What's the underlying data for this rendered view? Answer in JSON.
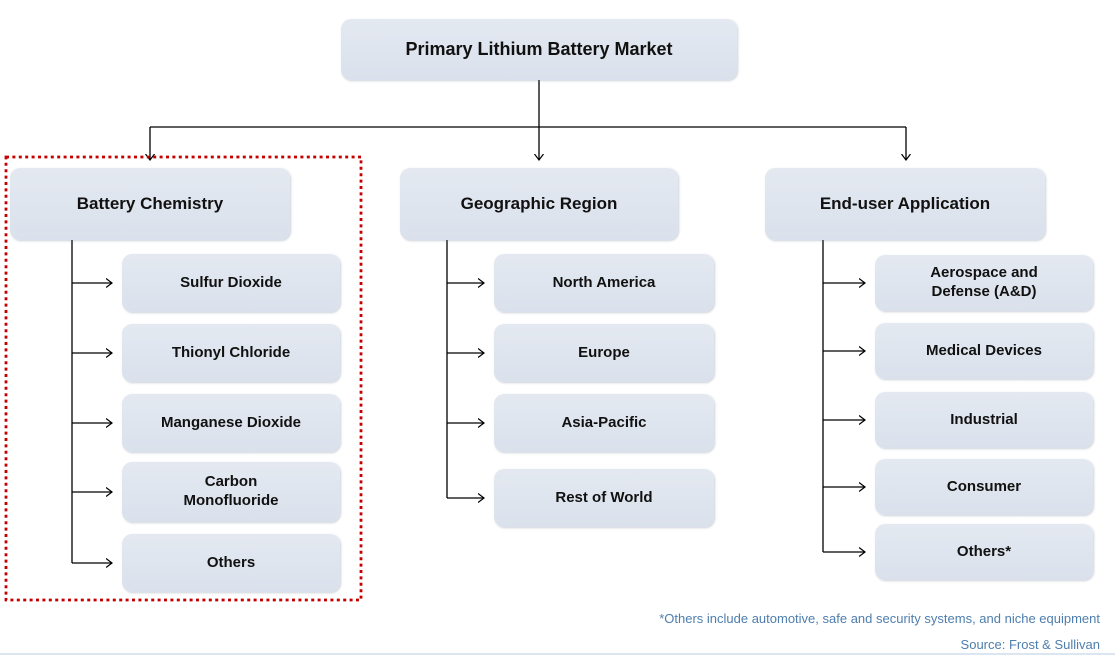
{
  "title": "Primary Lithium Battery Market",
  "branches": [
    {
      "header": "Battery Chemistry",
      "highlighted": true,
      "items": [
        "Sulfur Dioxide",
        "Thionyl Chloride",
        "Manganese Dioxide",
        "Carbon Monofluoride",
        "Others"
      ]
    },
    {
      "header": "Geographic Region",
      "highlighted": false,
      "items": [
        "North America",
        "Europe",
        "Asia-Pacific",
        "Rest of World"
      ]
    },
    {
      "header": "End-user Application",
      "highlighted": false,
      "items": [
        "Aerospace and Defense (A&D)",
        "Medical Devices",
        "Industrial",
        "Consumer",
        "Others*"
      ]
    }
  ],
  "footnote": "*Others include automotive, safe and security systems, and niche equipment",
  "source": "Source: Frost & Sullivan",
  "colors": {
    "node_fill": "#dfe4ee",
    "highlight_border": "#c40000",
    "connector": "#000000",
    "footnote_text": "#4e7eae",
    "text": "#111111",
    "background": "#ffffff"
  }
}
